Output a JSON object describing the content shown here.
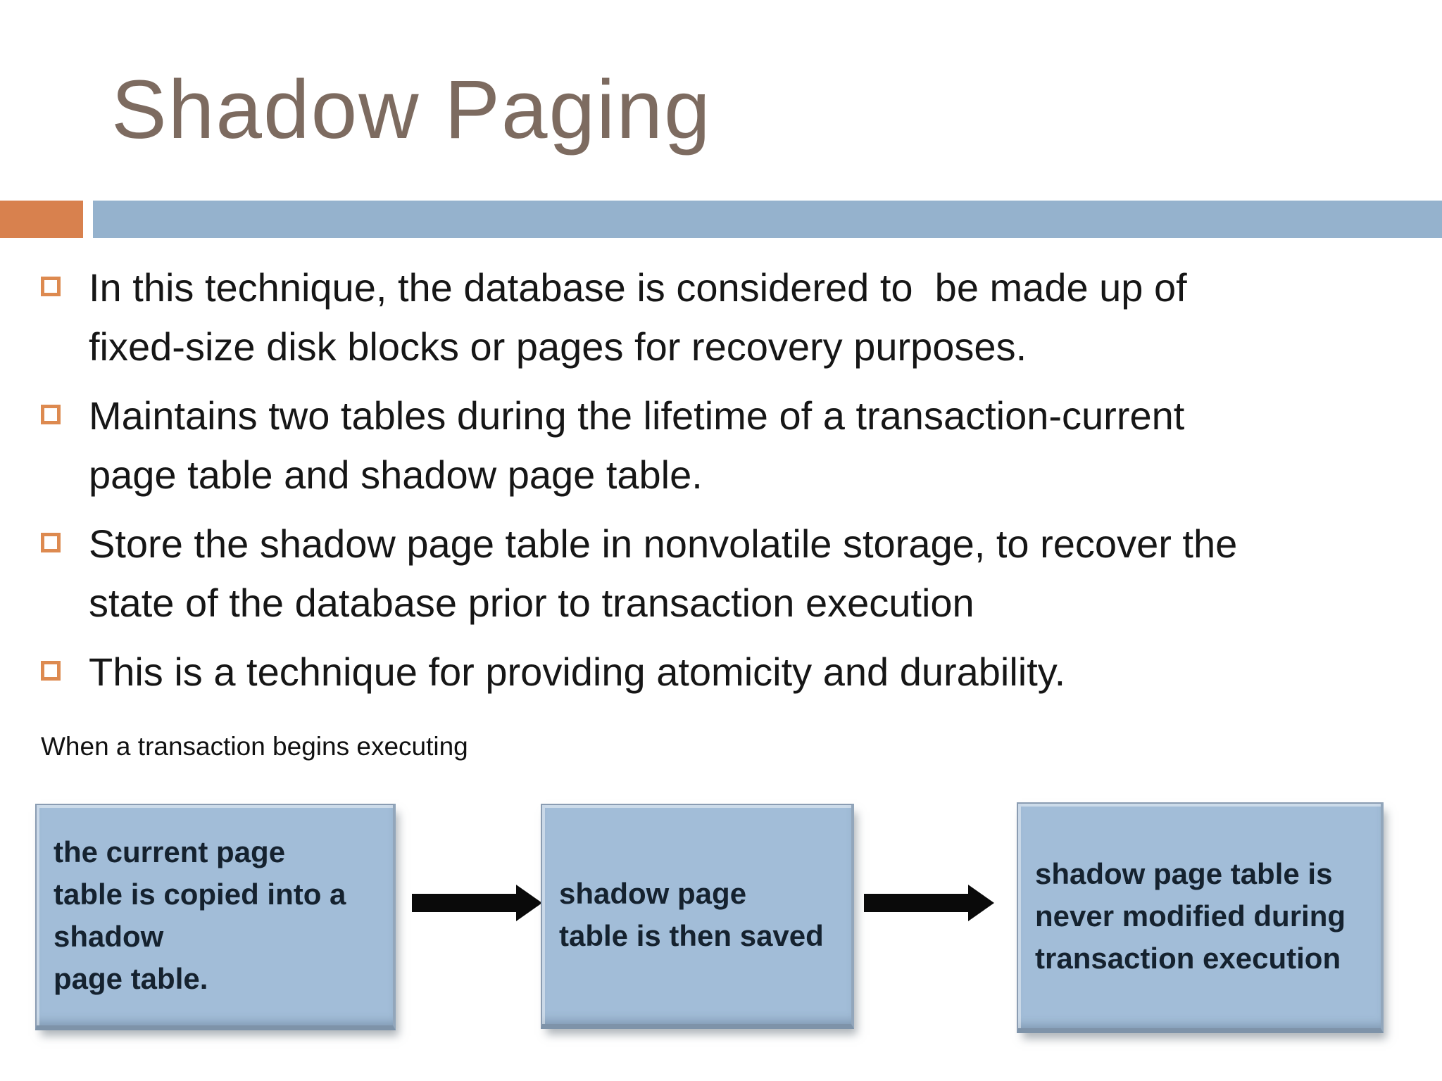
{
  "slide": {
    "title": "Shadow Paging",
    "theme": {
      "accent_orange": "#d8814e",
      "band_blue": "#95b2cd",
      "title_brown": "#7d6b60",
      "body_text_color": "#161616",
      "box_fill": "#a2bdd8",
      "box_border": "#8a9cb2",
      "box_text_color": "#15222f",
      "arrow_color": "#0a0a0a",
      "bullet_square_orange": "#dd8a50"
    },
    "bullets": [
      {
        "text": "In this technique, the database is considered to  be made up of\nfixed-size disk blocks or pages for recovery purposes."
      },
      {
        "text": "Maintains two tables during the lifetime of a transaction-current\npage table and shadow page table."
      },
      {
        "text": "Store the shadow page table in nonvolatile storage, to recover the\nstate of the database prior to transaction execution"
      },
      {
        "text": "This is a technique for providing atomicity and durability."
      }
    ],
    "note": "When a transaction begins executing",
    "flow": {
      "steps": [
        {
          "text": "the current page\ntable is copied into a\nshadow\npage table."
        },
        {
          "text": "shadow page\ntable is then saved"
        },
        {
          "text": "shadow page table is\nnever modified during\ntransaction execution"
        }
      ]
    }
  }
}
